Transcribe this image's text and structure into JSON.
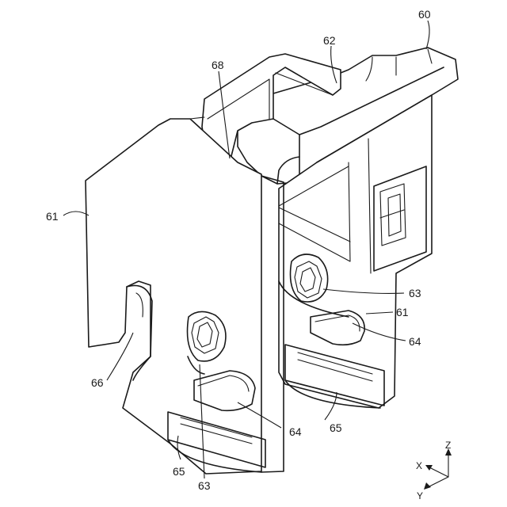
{
  "labels": {
    "l60": "60",
    "l61_left": "61",
    "l61_right": "61",
    "l62": "62",
    "l63_upper": "63",
    "l63_lower": "63",
    "l64_right": "64",
    "l64_lower": "64",
    "l65_right": "65",
    "l65_lower": "65",
    "l66": "66",
    "l68": "68"
  },
  "axes": {
    "x": "X",
    "y": "Y",
    "z": "Z"
  }
}
